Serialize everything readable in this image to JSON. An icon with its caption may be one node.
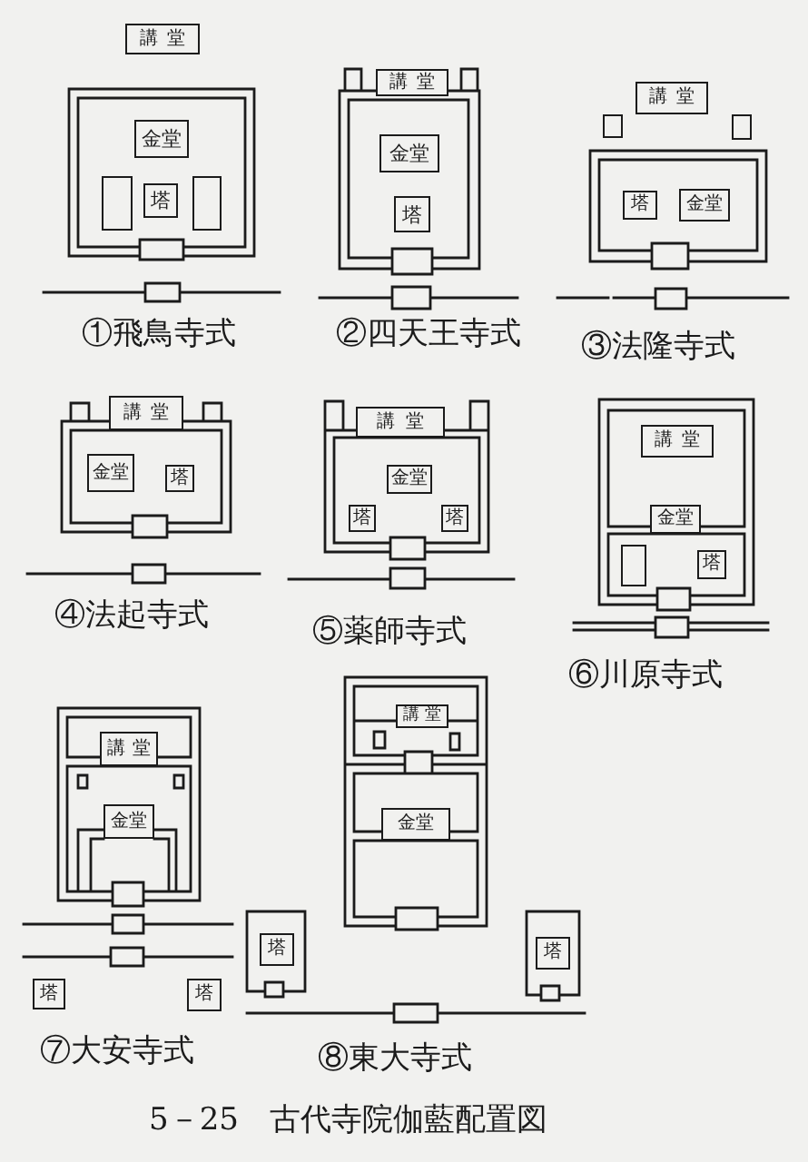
{
  "diagram": {
    "caption": "5－25　古代寺院伽藍配置図",
    "nodes": [
      {
        "text": [
          "講堂"
        ]
      },
      {
        "text": [
          "金堂"
        ]
      },
      {
        "text": [],
        "shape": "box"
      },
      {
        "text": [
          "塔"
        ]
      },
      {
        "text": [],
        "shape": "box"
      },
      {
        "text": [
          "講堂"
        ]
      },
      {
        "text": [
          "金堂"
        ]
      },
      {
        "text": [
          "塔"
        ]
      },
      {
        "text": [
          "講堂"
        ]
      },
      {
        "text": [],
        "shape": "box"
      },
      {
        "text": [],
        "shape": "box"
      },
      {
        "text": [
          "塔"
        ]
      },
      {
        "text": [
          "金堂"
        ]
      },
      {
        "text": [
          "講堂"
        ]
      },
      {
        "text": [
          "金堂"
        ]
      },
      {
        "text": [
          "塔"
        ]
      },
      {
        "text": [
          "講堂"
        ]
      },
      {
        "text": [
          "金堂"
        ]
      },
      {
        "text": [
          "塔"
        ]
      },
      {
        "text": [
          "塔"
        ]
      },
      {
        "text": [
          "講堂"
        ]
      },
      {
        "text": [
          "金堂"
        ]
      },
      {
        "text": [],
        "shape": "box"
      },
      {
        "text": [
          "塔"
        ]
      },
      {
        "text": [
          "講堂"
        ]
      },
      {
        "text": [
          "金堂"
        ]
      },
      {
        "text": [
          "塔"
        ]
      },
      {
        "text": [
          "塔"
        ]
      },
      {
        "text": [
          "講堂"
        ]
      },
      {
        "text": [
          "金堂"
        ]
      },
      {
        "text": [
          "塔"
        ]
      },
      {
        "text": [
          "塔"
        ]
      }
    ],
    "labels": [
      "①飛鳥寺式",
      "②四天王寺式",
      "③法隆寺式",
      "④法起寺式",
      "⑤薬師寺式",
      "⑥川原寺式",
      "⑦大安寺式",
      "⑧東大寺式"
    ]
  }
}
